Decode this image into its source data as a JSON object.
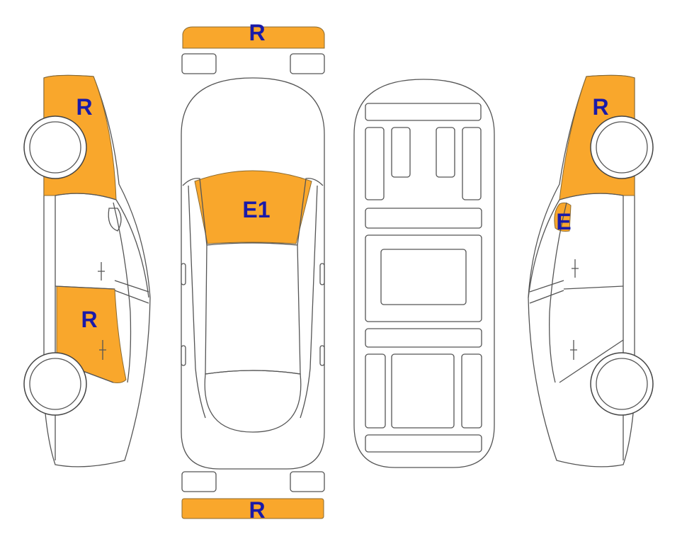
{
  "colors": {
    "damage": "#F9A72C",
    "damage_stroke": "#8a6a30",
    "label": "#1a1aa8",
    "outline": "#555555",
    "background": "#ffffff"
  },
  "marks": {
    "front_bumper": "R",
    "rear_bumper": "R",
    "left_front_fender": "R",
    "left_rear_door": "R",
    "windshield": "E1",
    "right_front_fender": "R",
    "right_front_door": "E"
  }
}
